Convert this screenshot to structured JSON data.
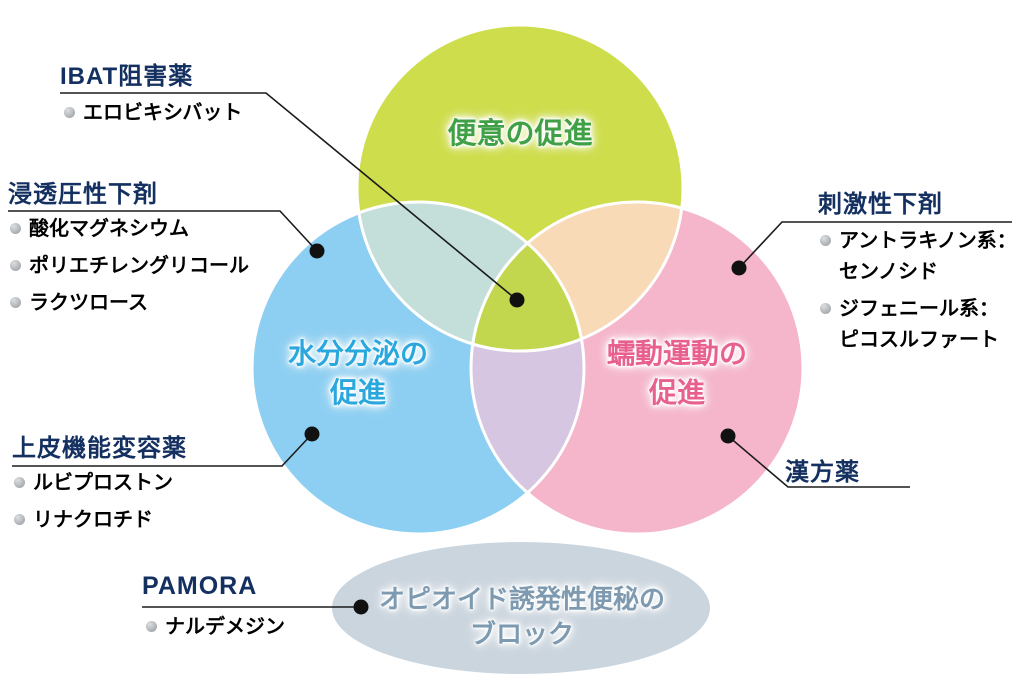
{
  "venn": {
    "circles": {
      "top": {
        "label": "便意の促進",
        "fill": "#cedd4b",
        "label_color": "#3fa046"
      },
      "left": {
        "label": "水分分泌の\n促進",
        "fill": "#8dcff2",
        "label_color": "#2aa7dd"
      },
      "right": {
        "label": "蠕動運動の\n促進",
        "fill": "#f5b5ca",
        "label_color": "#e8618e"
      }
    },
    "overlaps": {
      "top_left": "#c4dfd9",
      "top_right": "#f8dab7",
      "left_right": "#d6c6e2",
      "center": "#c2d74e"
    },
    "ellipse": {
      "label": "オピオイド誘発性便秘の\nブロック",
      "fill": "#cbd5de",
      "label_color": "#7e9ab0"
    }
  },
  "categories": [
    {
      "id": "ibat",
      "title": "IBAT阻害薬",
      "items": [
        "エロビキシバット"
      ]
    },
    {
      "id": "osmotic",
      "title": "浸透圧性下剤",
      "items": [
        "酸化マグネシウム",
        "ポリエチレングリコール",
        "ラクツロース"
      ]
    },
    {
      "id": "epithelial",
      "title": "上皮機能変容薬",
      "items": [
        "ルビプロストン",
        "リナクロチド"
      ]
    },
    {
      "id": "stimulant",
      "title": "刺激性下剤",
      "items": [
        "アントラキノン系：\nセンノシド",
        "ジフェニール系：\nピコスルファート"
      ]
    },
    {
      "id": "kampo",
      "title": "漢方薬",
      "items": []
    },
    {
      "id": "pamora",
      "title": "PAMORA",
      "items": [
        "ナルデメジン"
      ]
    }
  ],
  "colors": {
    "heading_text": "#143061",
    "item_text": "#000000",
    "bullet": "#95989b",
    "leader_line": "#1b1b1b",
    "circle_stroke": "#ffffff"
  }
}
